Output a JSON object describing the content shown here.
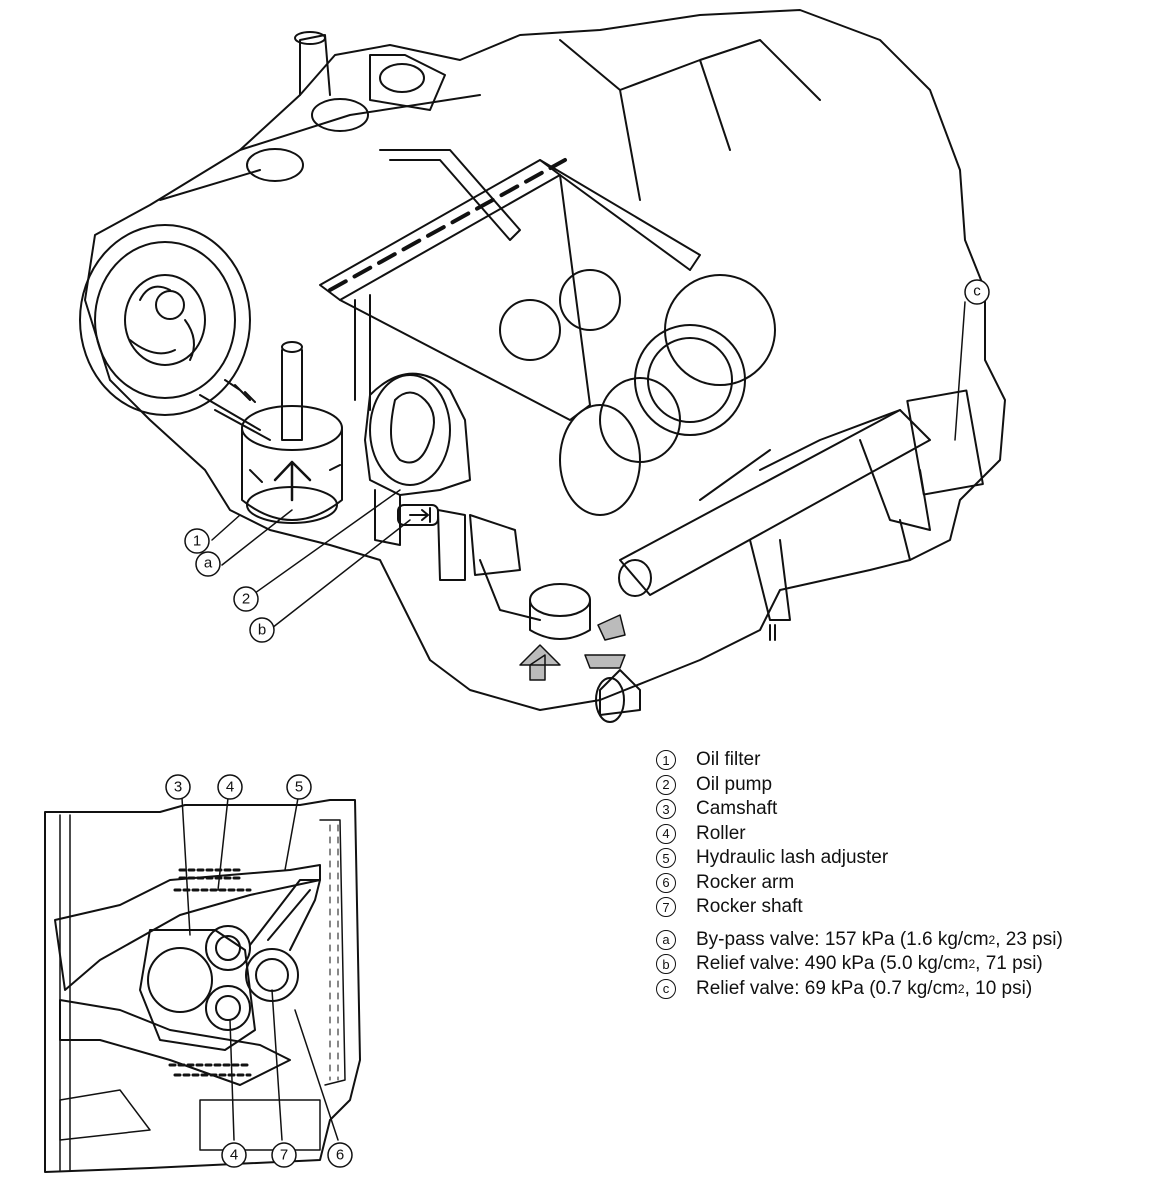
{
  "callouts": {
    "c1": "1",
    "c2": "2",
    "c3": "3",
    "c4": "4",
    "c5": "5",
    "c6": "6",
    "c7": "7",
    "ca": "a",
    "cb": "b",
    "cc": "c"
  },
  "legend": {
    "items": [
      {
        "mark": "1",
        "text": "Oil filter"
      },
      {
        "mark": "2",
        "text": "Oil pump"
      },
      {
        "mark": "3",
        "text": "Camshaft"
      },
      {
        "mark": "4",
        "text": "Roller"
      },
      {
        "mark": "5",
        "text": "Hydraulic lash adjuster"
      },
      {
        "mark": "6",
        "text": "Rocker arm"
      },
      {
        "mark": "7",
        "text": "Rocker shaft"
      }
    ],
    "valves": [
      {
        "mark": "a",
        "label": "By-pass valve: 157 kPa (1.6 kg/cm",
        "sup": "2",
        "rest": ", 23 psi)"
      },
      {
        "mark": "b",
        "label": "Relief valve: 490 kPa (5.0 kg/cm",
        "sup": "2",
        "rest": ", 71 psi)"
      },
      {
        "mark": "c",
        "label": "Relief valve: 69 kPa (0.7 kg/cm",
        "sup": "2",
        "rest": ", 10 psi)"
      }
    ]
  }
}
